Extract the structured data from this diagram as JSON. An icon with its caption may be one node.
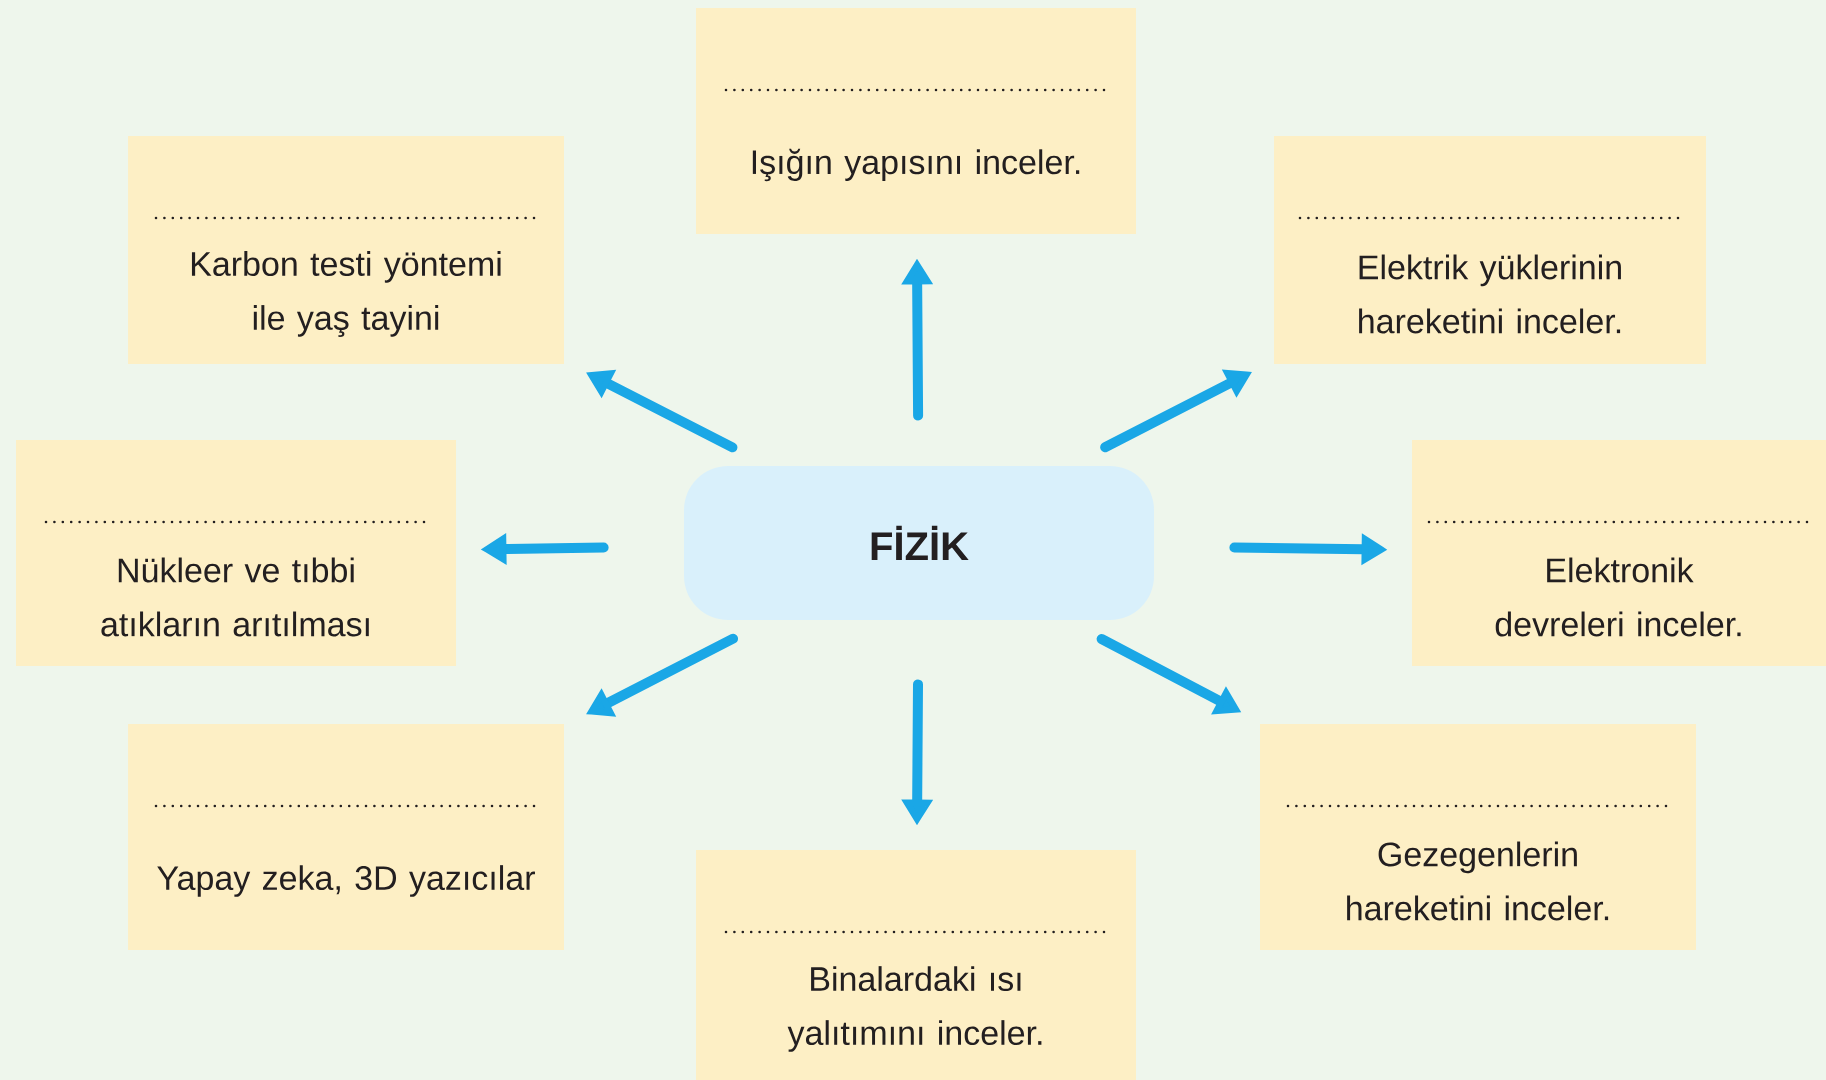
{
  "diagram": {
    "nodes": [
      {
        "text": [
          "FİZİK"
        ]
      },
      {
        "text": [
          "Işığın yapısını inceler."
        ]
      },
      {
        "text": [
          "Karbon testi yöntemi ile yaş tayini"
        ]
      },
      {
        "text": [
          "Elektrik yüklerinin hareketini inceler."
        ]
      },
      {
        "text": [
          "Nükleer ve tıbbi atıkların arıtılması"
        ]
      },
      {
        "text": [
          "Elektronik devreleri inceler."
        ]
      },
      {
        "text": [
          "Yapay zeka, 3D yazıcılar"
        ]
      },
      {
        "text": [
          "Gezegenlerin hareketini inceler."
        ]
      },
      {
        "text": [
          "Binalardaki ısı yalıtımını inceler."
        ]
      }
    ],
    "edges": [
      {
        "from": 0,
        "to": 1,
        "arrow": "to"
      },
      {
        "from": 0,
        "to": 2,
        "arrow": "to"
      },
      {
        "from": 0,
        "to": 3,
        "arrow": "to"
      },
      {
        "from": 0,
        "to": 4,
        "arrow": "to"
      },
      {
        "from": 0,
        "to": 5,
        "arrow": "to"
      },
      {
        "from": 0,
        "to": 6,
        "arrow": "to"
      },
      {
        "from": 0,
        "to": 7,
        "arrow": "to"
      },
      {
        "from": 0,
        "to": 8,
        "arrow": "to"
      }
    ]
  }
}
